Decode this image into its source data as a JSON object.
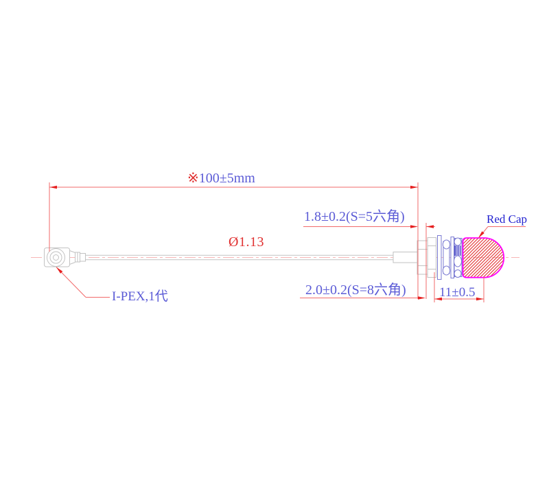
{
  "drawing": {
    "overall_dimension": {
      "marker": "※",
      "value": "100±5mm"
    },
    "hex5_dimension": "1.8±0.2(S=5六角)",
    "hex8_dimension": "2.0±0.2(S=8六角)",
    "cap_length_dimension": "11±0.5",
    "cable_diameter": "Ø1.13",
    "ipex_label": "I-PEX,1代",
    "red_cap_label": "Red Cap",
    "colors": {
      "dimension_line_red": "#f26a6a",
      "arrow_red": "#e62020",
      "dimension_text_blue": "#5b5bd6",
      "label_dark_blue": "#2323d0",
      "annotation_text_red": "#e03030",
      "cap_outline_magenta": "#ff00ff",
      "cap_hatch_red": "#e23030",
      "part_line_gray": "#c2c2c2",
      "part_line_blue": "#7a7ad2",
      "centerline_pink": "#f7b6b6"
    }
  }
}
